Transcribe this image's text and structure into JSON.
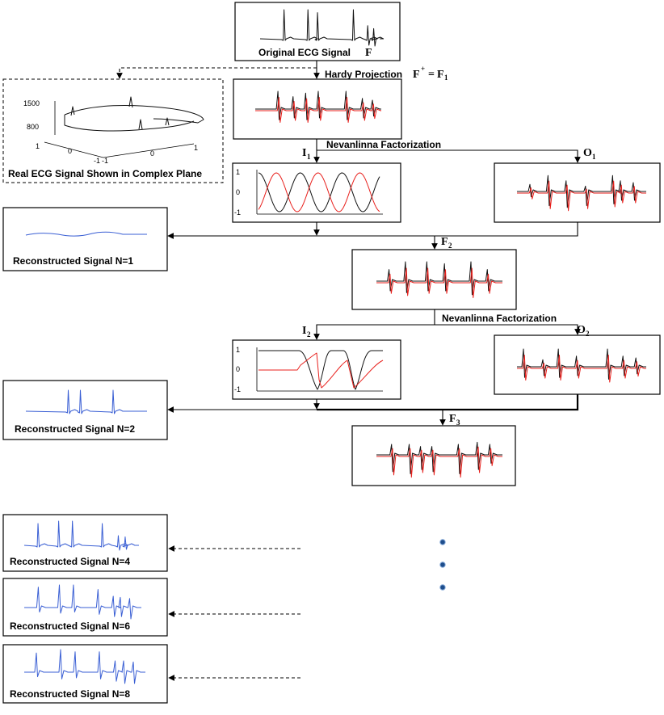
{
  "captions": {
    "original": "Original ECG Signal",
    "hardy": "Hardy Projection",
    "complex_plane": "Real ECG Signal Shown in Complex Plane",
    "nevanlinna_1": "Nevanlinna Factorization",
    "nevanlinna_2": "Nevanlinna Factorization",
    "recon_1": "Reconstructed Signal N=1",
    "recon_2": "Reconstructed Signal N=2",
    "recon_4": "Reconstructed Signal N=4",
    "recon_6": "Reconstructed Signal N=6",
    "recon_8": "Reconstructed Signal N=8"
  },
  "symbols": {
    "F": "F",
    "hardy_lhs": "F",
    "hardy_sup": "+",
    "hardy_eq": "=",
    "hardy_rhs": "F",
    "hardy_rhs_sub": "1",
    "I": "I",
    "O": "O",
    "F2": "F",
    "F3": "F",
    "sub1": "1",
    "sub2": "2",
    "sub3": "3"
  },
  "complex_plane_ticks": {
    "z_1500": "1500",
    "z_800": "800",
    "x_left_1": "1",
    "x_left_0": "0",
    "x_left_m1": "-1",
    "y_m1": "-1",
    "y_0": "0",
    "y_1": "1"
  },
  "phase_ticks": {
    "i1_top": "1",
    "i1_mid": "0",
    "i1_bot": "-1",
    "i2_top": "1",
    "i2_mid": "0",
    "i2_bot": "-1"
  },
  "colors": {
    "black_signal": "#111111",
    "red_signal": "#e8201c",
    "blue_signal": "#3a5fd4",
    "dot": "#1f4e8c"
  }
}
